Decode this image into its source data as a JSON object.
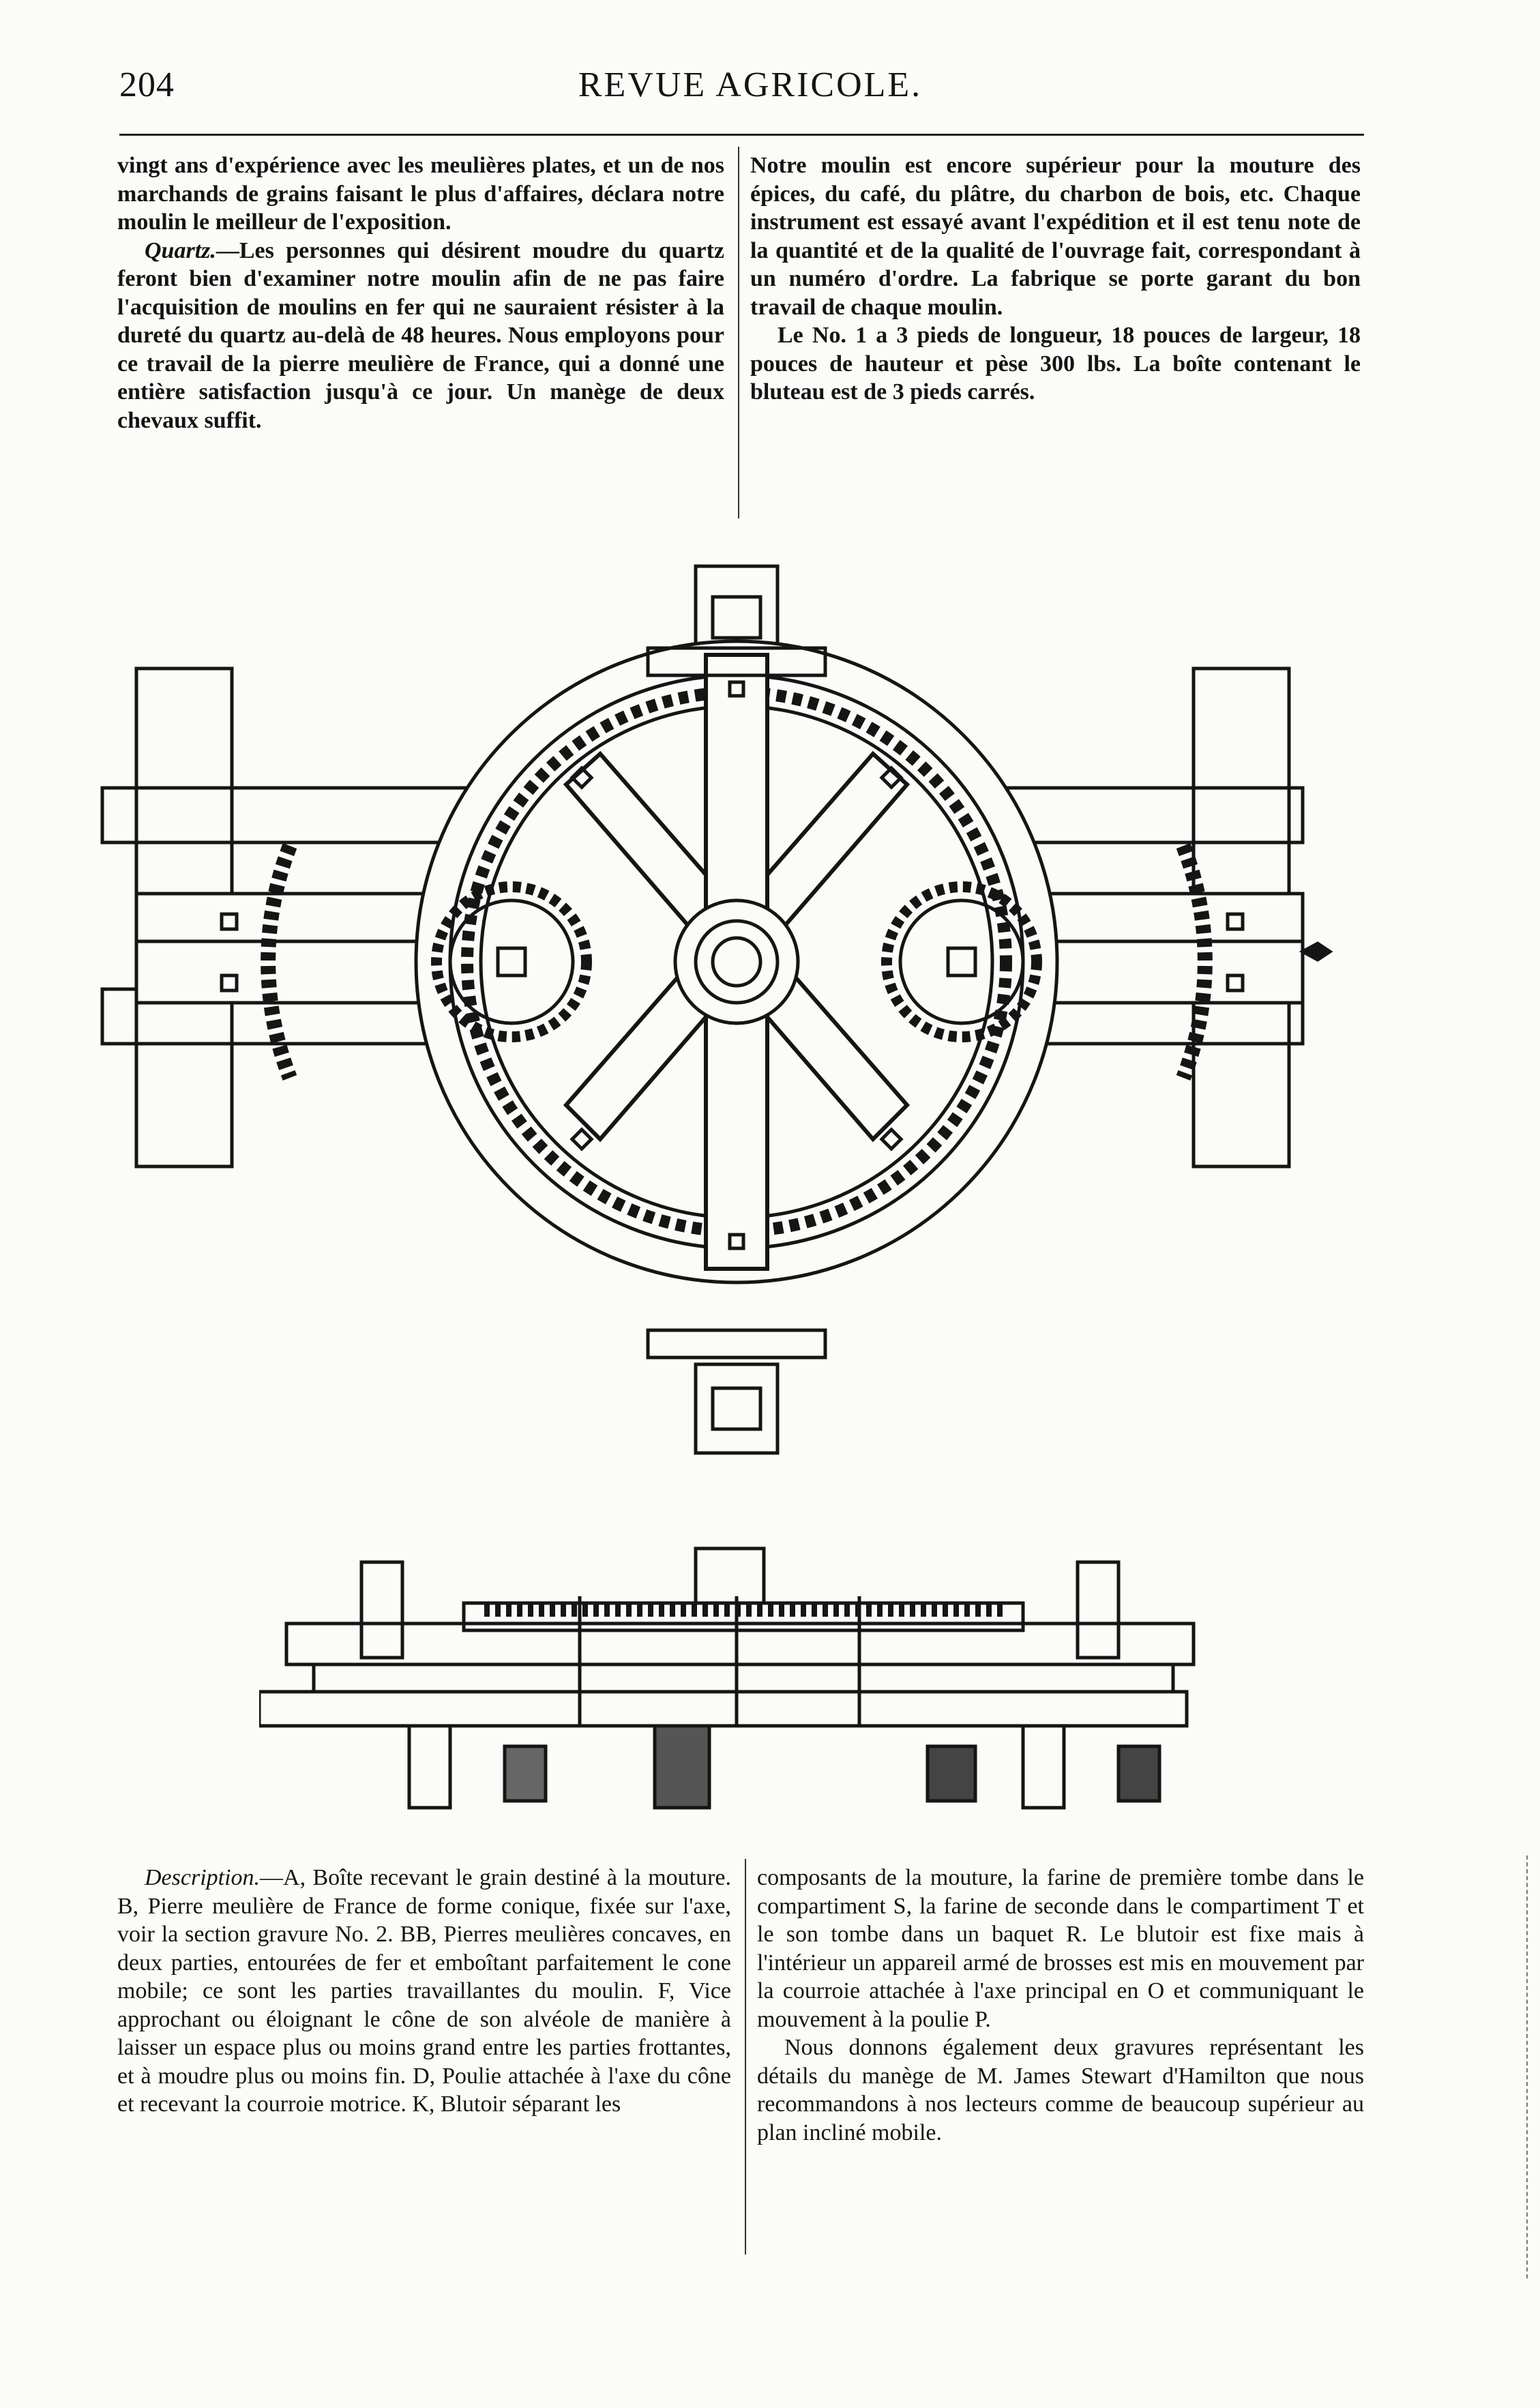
{
  "header": {
    "page_number": "204",
    "title": "REVUE AGRICOLE."
  },
  "top_left": {
    "p1": "vingt ans d'expérience avec les meulières plates, et un de nos marchands de grains faisant le plus d'affaires, déclara notre moulin le meilleur de l'exposition.",
    "p2_lead": "Quartz.",
    "p2_text": "—Les personnes qui désirent moudre du quartz feront bien d'examiner notre moulin afin de ne pas faire l'acquisition de moulins en fer qui ne sauraient résister à la dureté du quartz au-delà de 48 heures. Nous employons pour ce travail de la pierre meulière de France, qui a donné une entière satisfaction jusqu'à ce jour. Un manège de deux chevaux suffit."
  },
  "top_right": {
    "p1": "Notre moulin est encore supérieur pour la mouture des épices, du café, du plâtre, du charbon de bois, etc. Chaque instrument est essayé avant l'expédition et il est tenu note de la quantité et de la qualité de l'ouvrage fait, correspondant à un numéro d'ordre. La fabrique se porte garant du bon travail de chaque moulin.",
    "p2": "Le No. 1 a 3 pieds de longueur, 18 pouces de largeur, 18 pouces de hauteur et pèse 300 lbs. La boîte contenant le bluteau est de 3 pieds carrés."
  },
  "bottom_left": {
    "p1_lead": "Description.",
    "p1_text": "—A, Boîte recevant le grain destiné à la mouture. B, Pierre meulière de France de forme conique, fixée sur l'axe, voir la section gravure No. 2. BB, Pierres meulières concaves, en deux parties, entourées de fer et emboîtant parfaitement le cone mobile; ce sont les parties travaillantes du moulin. F, Vice approchant ou éloignant le cône de son alvéole de manière à laisser un espace plus ou moins grand entre les parties frottantes, et à moudre plus ou moins fin. D, Poulie attachée à l'axe du cône et recevant la courroie motrice. K, Blutoir séparant les"
  },
  "bottom_right": {
    "p1": "composants de la mouture, la farine de première tombe dans le compartiment S, la farine de seconde dans le compartiment T et le son tombe dans un baquet R. Le blutoir est fixe mais à l'intérieur un appareil armé de brosses est mis en mouvement par la courroie attachée à l'axe principal en O et communiquant le mouvement à la poulie P.",
    "p2": "Nous donnons également deux gravures représentant les détails du manège de M. James Stewart d'Hamilton que nous recommandons à nos lecteurs comme de beaucoup supérieur au plan incliné mobile."
  },
  "colors": {
    "ink": "#141414",
    "paper": "#fbfbf8"
  }
}
